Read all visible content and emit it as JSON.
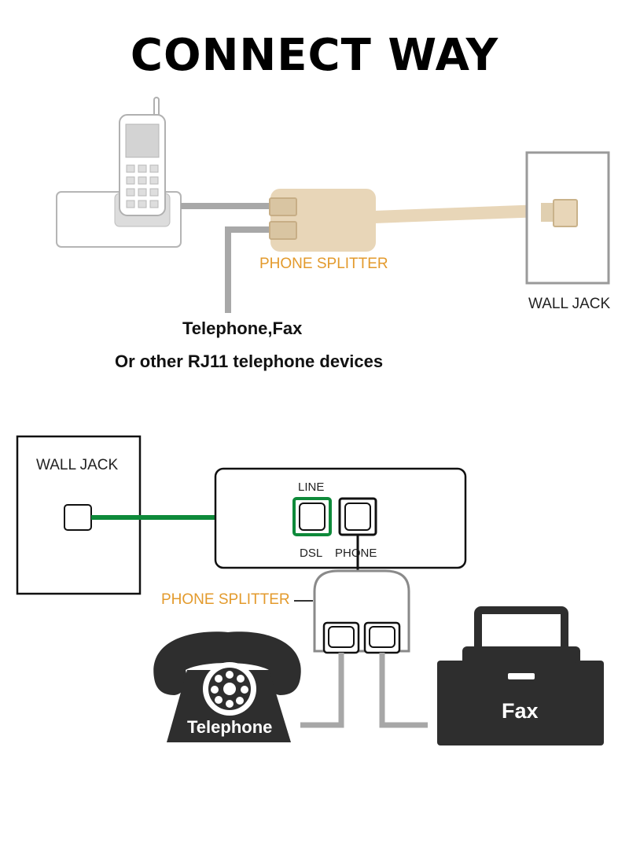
{
  "title": "CONNECT WAY",
  "top_diagram": {
    "splitter_label": "PHONE SPLITTER",
    "wall_jack_label": "WALL JACK",
    "devices_line1": "Telephone,Fax",
    "devices_line2": "Or other RJ11 telephone devices"
  },
  "bottom_diagram": {
    "wall_jack_label": "WALL JACK",
    "modem_line_label": "LINE",
    "modem_dsl_label": "DSL",
    "modem_phone_label": "PHONE",
    "splitter_label": "PHONE SPLITTER",
    "telephone_label": "Telephone",
    "fax_label": "Fax"
  },
  "colors": {
    "splitter_beige": "#e8d6b8",
    "splitter_label": "#e39a2c",
    "dsl_cable_green": "#0e8a3a",
    "cable_gray": "#a7a7a7",
    "device_dark": "#2e2e2e"
  }
}
